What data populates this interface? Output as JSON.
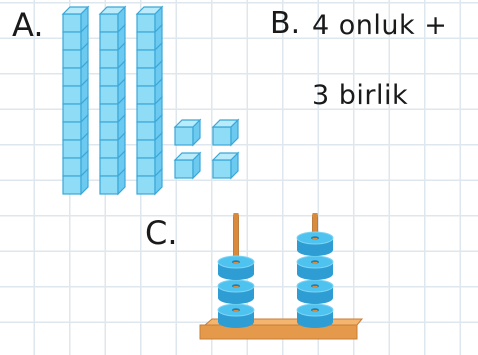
{
  "labels": {
    "a": "A.",
    "b": "B.",
    "c": "C."
  },
  "option_b": {
    "line1": "4  onluk  +",
    "line2": "3  birlik"
  },
  "base_ten_blocks": {
    "tens_rods": 3,
    "ones_cubes": 4
  },
  "abacus": {
    "rods": 2,
    "beads_per_rod": [
      3,
      4
    ]
  },
  "colors": {
    "block_fill": "#8fdcf6",
    "block_stroke": "#3aa7d8",
    "bead": "#4fc3ef",
    "bead_dark": "#2e9dd3",
    "rod": "#d98a3a",
    "base": "#e49a4a",
    "grid": "#dfe7ee"
  }
}
